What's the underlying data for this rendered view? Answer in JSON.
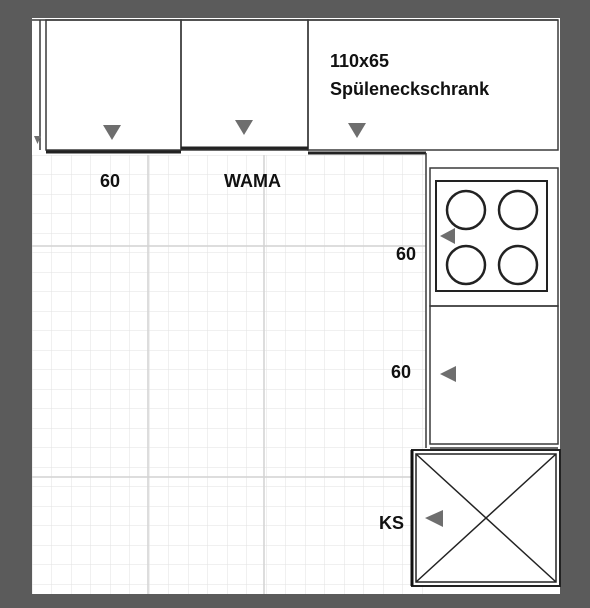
{
  "labels": {
    "top_left_cabinet": "60",
    "washing_machine": "WAMA",
    "sink_corner_size": "110x65",
    "sink_corner_name": "Spüleneckschrank",
    "hob_cabinet": "60",
    "right_cabinet": "60",
    "fridge": "KS"
  },
  "colors": {
    "frame": "#5b5b5b",
    "paper": "#ffffff",
    "grid": "#e2e2e2",
    "lines": "#3a3a3a",
    "arrows": "#6e6e6e"
  }
}
